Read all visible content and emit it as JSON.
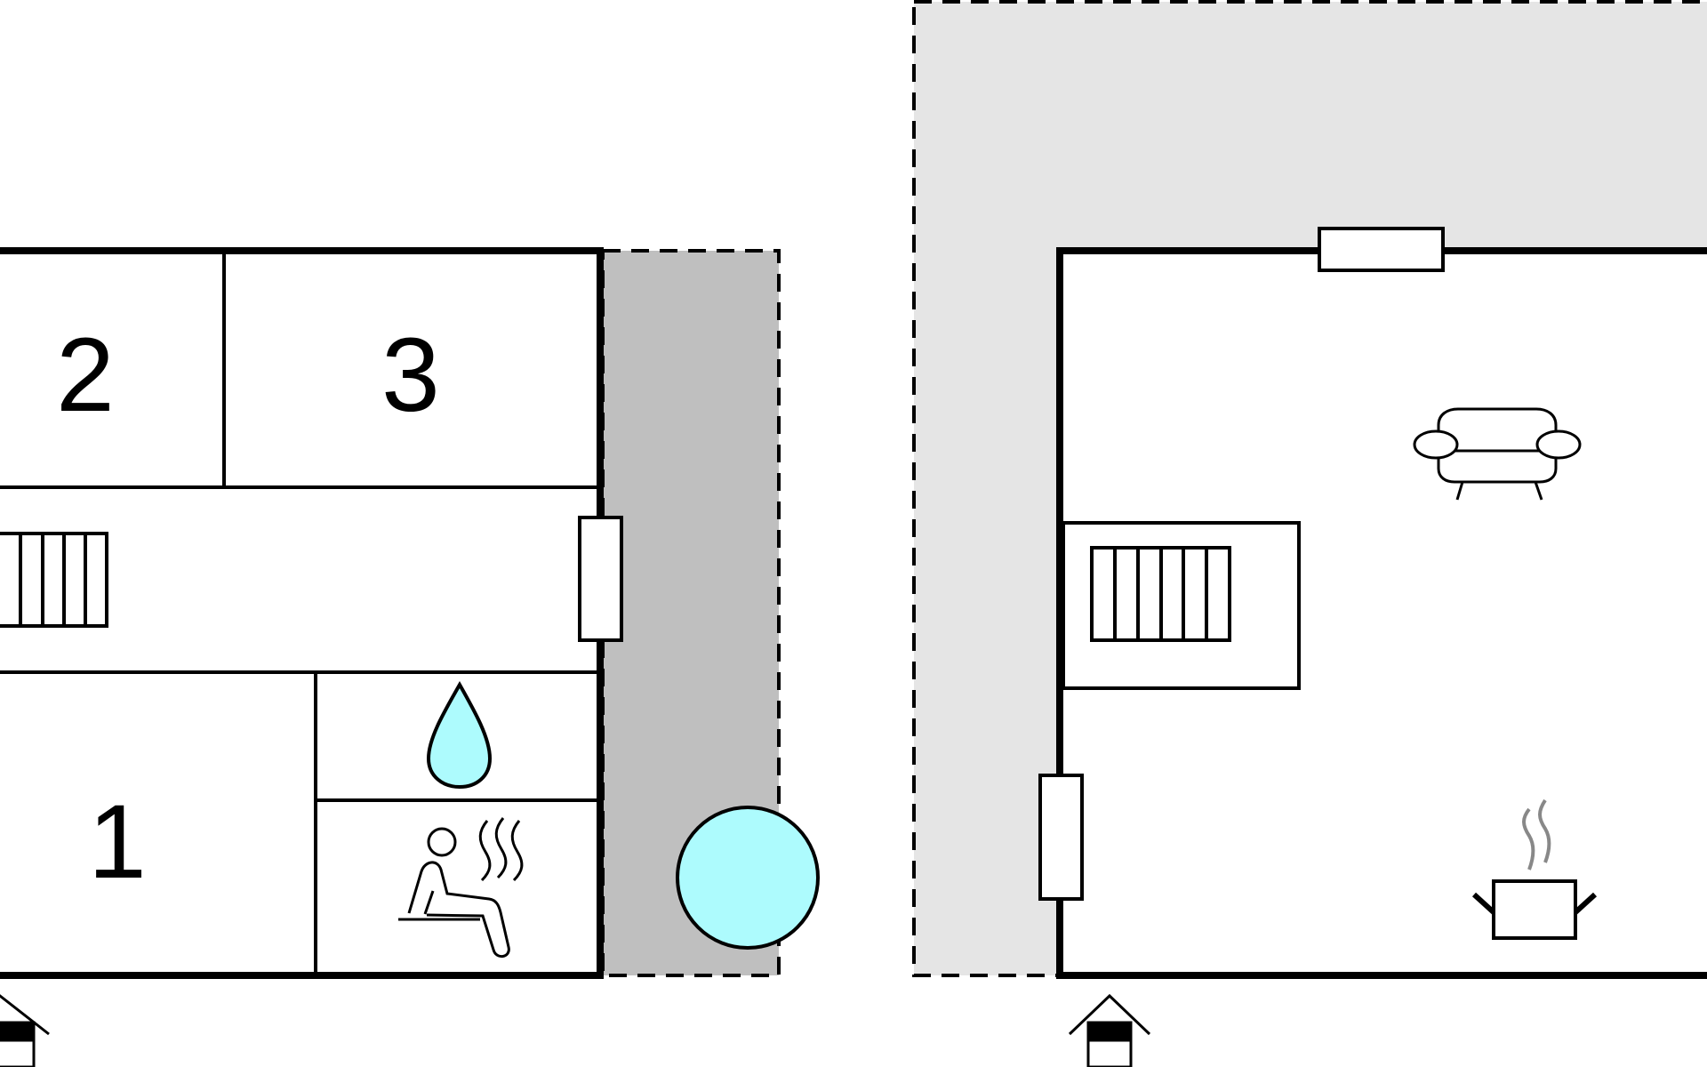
{
  "floorplan": {
    "left_floor": {
      "rooms": [
        {
          "label": "2"
        },
        {
          "label": "3"
        },
        {
          "label": "1"
        }
      ],
      "icons": [
        "stairs-icon",
        "shower-drop-icon",
        "sauna-icon",
        "pool-icon",
        "entrance-icon"
      ]
    },
    "right_floor": {
      "icons": [
        "stairs-icon",
        "sofa-icon",
        "cooking-pot-icon",
        "entrance-icon"
      ]
    }
  },
  "colors": {
    "wall": "#000000",
    "floor": "#ffffff",
    "covered_terrace": "#bfbfbf",
    "open_terrace": "#e5e5e5",
    "water": "#adfbfd",
    "steam": "#888888"
  }
}
